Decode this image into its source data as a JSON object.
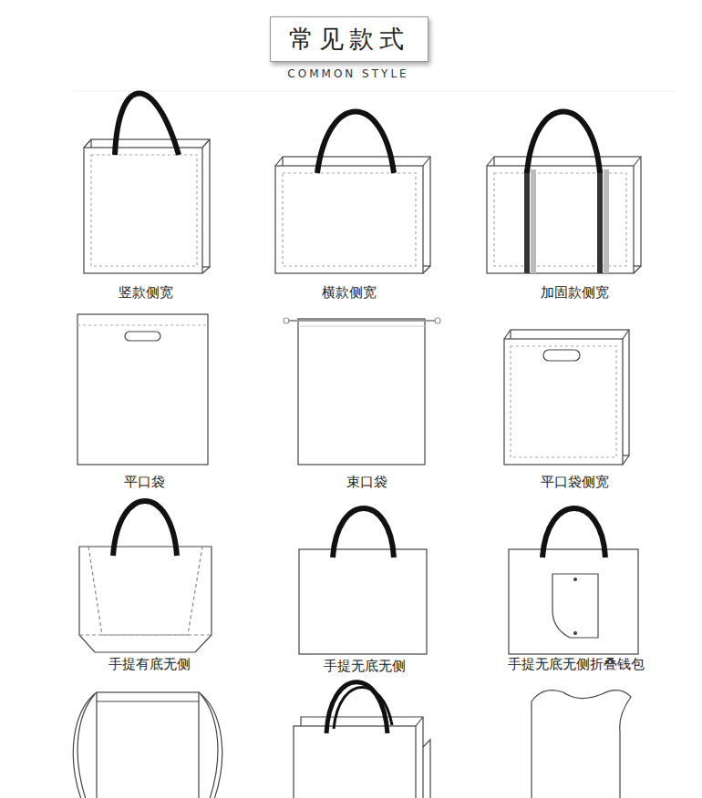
{
  "diagram": {
    "title": "常见款式",
    "labels": [
      "COMMON STYLE",
      "竖款侧宽",
      "横款侧宽",
      "加固款侧宽",
      "平口袋",
      "束口袋",
      "平口袋侧宽",
      "手提有底无侧",
      "手提无底无侧",
      "手提无底无侧折叠钱包"
    ]
  }
}
